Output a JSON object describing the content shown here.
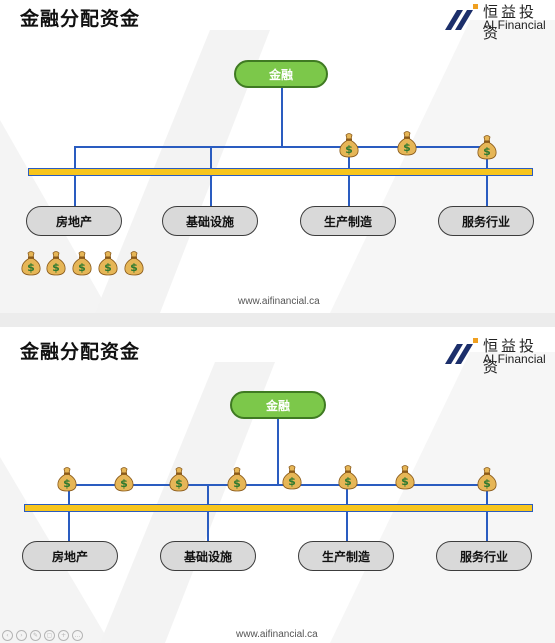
{
  "slides": [
    {
      "title": "金融分配资金",
      "logo": {
        "cn": "恒益投资",
        "en": "AI Financial"
      },
      "root": {
        "label": "金融"
      },
      "nodes": [
        {
          "label": "房地产"
        },
        {
          "label": "基础设施"
        },
        {
          "label": "生产制造"
        },
        {
          "label": "服务行业"
        }
      ],
      "bag_symbol": "$",
      "footer": "www.aifinancial.ca"
    },
    {
      "title": "金融分配资金",
      "logo": {
        "cn": "恒益投资",
        "en": "AI Financial"
      },
      "root": {
        "label": "金融"
      },
      "nodes": [
        {
          "label": "房地产"
        },
        {
          "label": "基础设施"
        },
        {
          "label": "生产制造"
        },
        {
          "label": "服务行业"
        }
      ],
      "bag_symbol": "$",
      "footer": "www.aifinancial.ca"
    }
  ],
  "icons": {
    "money_bag": "money-bag-icon",
    "logo": "ai-financial-logo-icon",
    "controls": [
      "prev-icon",
      "next-icon",
      "pen-icon",
      "copy-icon",
      "zoom-icon",
      "more-icon"
    ]
  },
  "colors": {
    "connector": "#2a5cc0",
    "bar": "#f7c51d",
    "root_fill": "#7cc84a",
    "node_fill": "#d9d9d9",
    "bag_fill": "#e6b657",
    "dollar": "#2f7a2f"
  }
}
